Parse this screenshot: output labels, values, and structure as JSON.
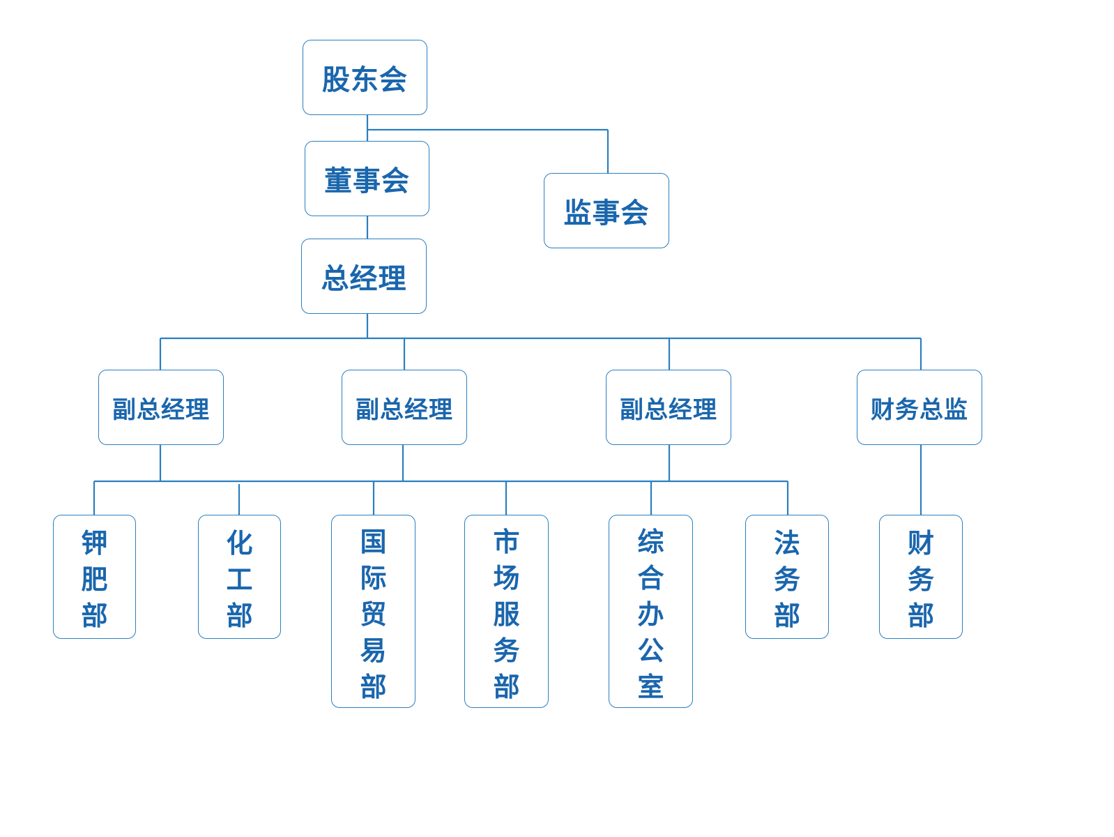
{
  "nodes": {
    "shareholders": "股东会",
    "board": "董事会",
    "supervisors": "监事会",
    "general_manager": "总经理",
    "deputy_gm_1": "副总经理",
    "deputy_gm_2": "副总经理",
    "deputy_gm_3": "副总经理",
    "cfo": "财务总监",
    "potash_dept": "钾肥部",
    "chemical_dept": "化工部",
    "intl_trade_dept": "国际贸易部",
    "market_service_dept": "市场服务部",
    "general_office": "综合办公室",
    "legal_dept": "法务部",
    "finance_dept": "财务部"
  },
  "colors": {
    "line": "#2a7fc0",
    "text": "#1a66ad",
    "border": "#2a7fc0"
  }
}
